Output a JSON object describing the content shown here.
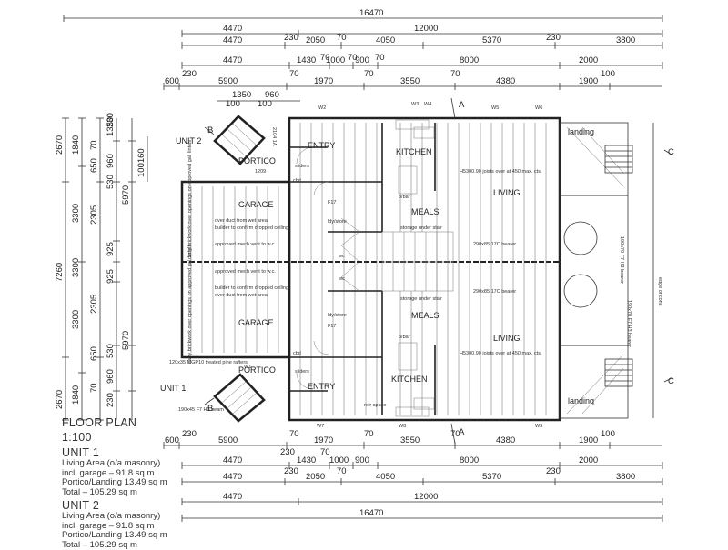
{
  "units": {
    "unit2_label": "UNIT 2",
    "unit1_label": "UNIT 1"
  },
  "rooms": {
    "entry": "ENTRY",
    "portico": "PORTICO",
    "kitchen": "KITCHEN",
    "living": "LIVING",
    "meals": "MEALS",
    "garage": "GARAGE",
    "landing": "landing",
    "ldy_store": "ldy/store",
    "wc": "wc",
    "storage_under_stair": "storage under stair",
    "b_bar": "b/bar",
    "cbd": "cbd",
    "sliders": "sliders",
    "refr_space": "refr space"
  },
  "notes": {
    "joists": "H5300.90 joists over at 450 max. cts.",
    "bearer": "290x85 17C bearer",
    "truss": "190x70 F7 H3 bearer",
    "edge": "edge of conc",
    "garage_note1": "approved mech vent to w.c.",
    "garage_note2": "builder to confirm dropped ceiling",
    "garage_note3": "over duct from wet area",
    "carry_brickwork": "carry brickwork over openings on approved gal. lintels",
    "pine_rafters": "120x35 MGP10 treated pine rafters",
    "beam": "190x45 F7 H3 beam",
    "f17": "F17",
    "section_a": "A",
    "section_b": "B",
    "section_c": "C"
  },
  "dims": {
    "top_row1": [
      "16470"
    ],
    "top_row2": [
      "4470",
      "12000"
    ],
    "top_row3": [
      "4470",
      "230",
      "2050",
      "70",
      "4050",
      "5370",
      "230",
      "3800"
    ],
    "top_row4": [
      "4470",
      "1430",
      "70",
      "1000",
      "70",
      "900",
      "70",
      "8000",
      "2000"
    ],
    "top_row5": [
      "600",
      "230",
      "5900",
      "70",
      "1970",
      "70",
      "3550",
      "70",
      "4380",
      "1900",
      "100"
    ],
    "top_row6": [
      "1350",
      "960",
      "100",
      "100"
    ],
    "bottom_row1": [
      "600",
      "230",
      "5900",
      "70",
      "1970",
      "70",
      "3550",
      "70",
      "4380",
      "1900",
      "100"
    ],
    "bottom_row2": [
      "4470",
      "230",
      "1430",
      "70",
      "1000",
      "900",
      "8000",
      "2000"
    ],
    "bottom_row3": [
      "4470",
      "230",
      "2050",
      "70",
      "4050",
      "5370",
      "230",
      "3800"
    ],
    "bottom_row4": [
      "4470",
      "12000"
    ],
    "bottom_row5": [
      "16470"
    ],
    "left_outer": [
      "2670",
      "7260",
      "2670"
    ],
    "left_mid": [
      "1840",
      "3300",
      "3300",
      "3300",
      "1840"
    ],
    "left_inner": [
      "230",
      "960",
      "1350",
      "530",
      "925",
      "2305",
      "925",
      "2305",
      "530",
      "960",
      "230"
    ],
    "left_v": [
      "70",
      "5970",
      "5970",
      "70",
      "650",
      "650"
    ],
    "left_extra": [
      "100160"
    ]
  },
  "legend": {
    "title": "FLOOR PLAN",
    "scale": "1:100",
    "unit1_heading": "UNIT 1",
    "unit1_line1": "Living Area (o/a masonry)",
    "unit1_line2": "incl. garage  –  91.8 sq m",
    "unit1_line3": "Portico/Landing 13.49 sq m",
    "unit1_line4": "Total  –  105.29 sq m",
    "unit2_heading": "UNIT 2",
    "unit2_line1": "Living Area (o/a masonry)",
    "unit2_line2": "incl. garage  –  91.8 sq m",
    "unit2_line3": "Portico/Landing 13.49 sq m",
    "unit2_line4": "Total  –  105.29 sq m"
  },
  "window_codes": [
    "W2",
    "W3",
    "W4",
    "W5",
    "W6",
    "W1",
    "W7",
    "W8",
    "W9",
    "1206",
    "1209",
    "2104 1A",
    "1206 1209",
    "1206 1206"
  ]
}
